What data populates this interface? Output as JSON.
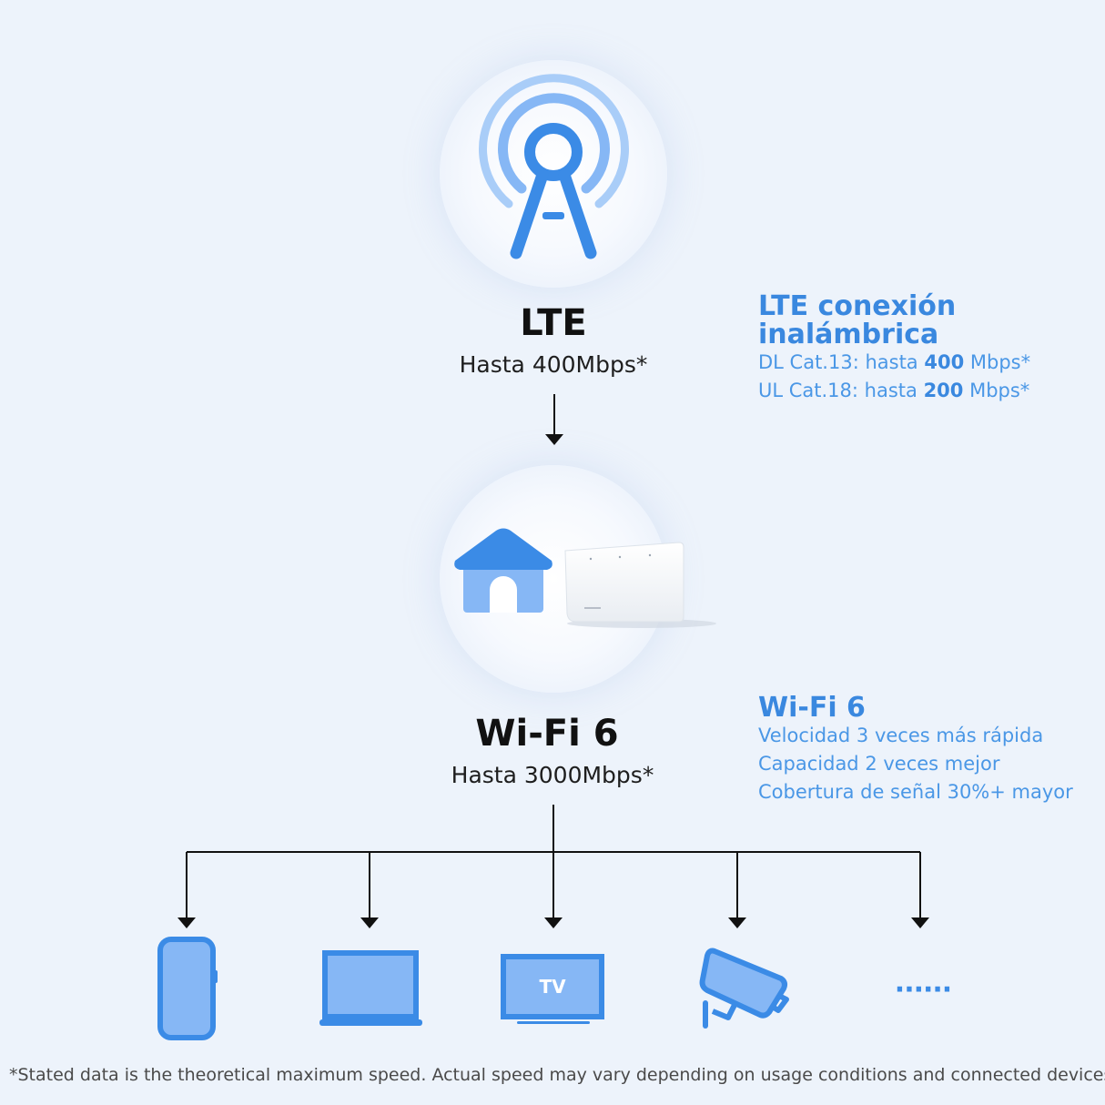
{
  "lte": {
    "title": "LTE",
    "subtitle": "Hasta 400Mbps*"
  },
  "lte_info": {
    "title_line1": "LTE conexión",
    "title_line2": "inalámbrica",
    "dl_prefix": "DL Cat.13: hasta ",
    "dl_value": "400",
    "dl_suffix": " Mbps*",
    "ul_prefix": "UL Cat.18: hasta ",
    "ul_value": "200",
    "ul_suffix": " Mbps*"
  },
  "wifi": {
    "title": "Wi-Fi 6",
    "subtitle": "Hasta 3000Mbps*"
  },
  "wifi_info": {
    "title": "Wi-Fi 6",
    "lines": [
      "Velocidad 3 veces más rápida",
      "Capacidad 2 veces mejor",
      "Cobertura de señal 30%+ mayor"
    ]
  },
  "devices": {
    "tv_label": "TV",
    "more": "······"
  },
  "footnote": "*Stated data is the theoretical maximum speed. Actual speed may vary depending on usage conditions and connected devices",
  "colors": {
    "accent": "#3a88df",
    "icon_fill": "#86b7f5",
    "icon_stroke": "#3b8be6",
    "background": "#edf3fb"
  }
}
